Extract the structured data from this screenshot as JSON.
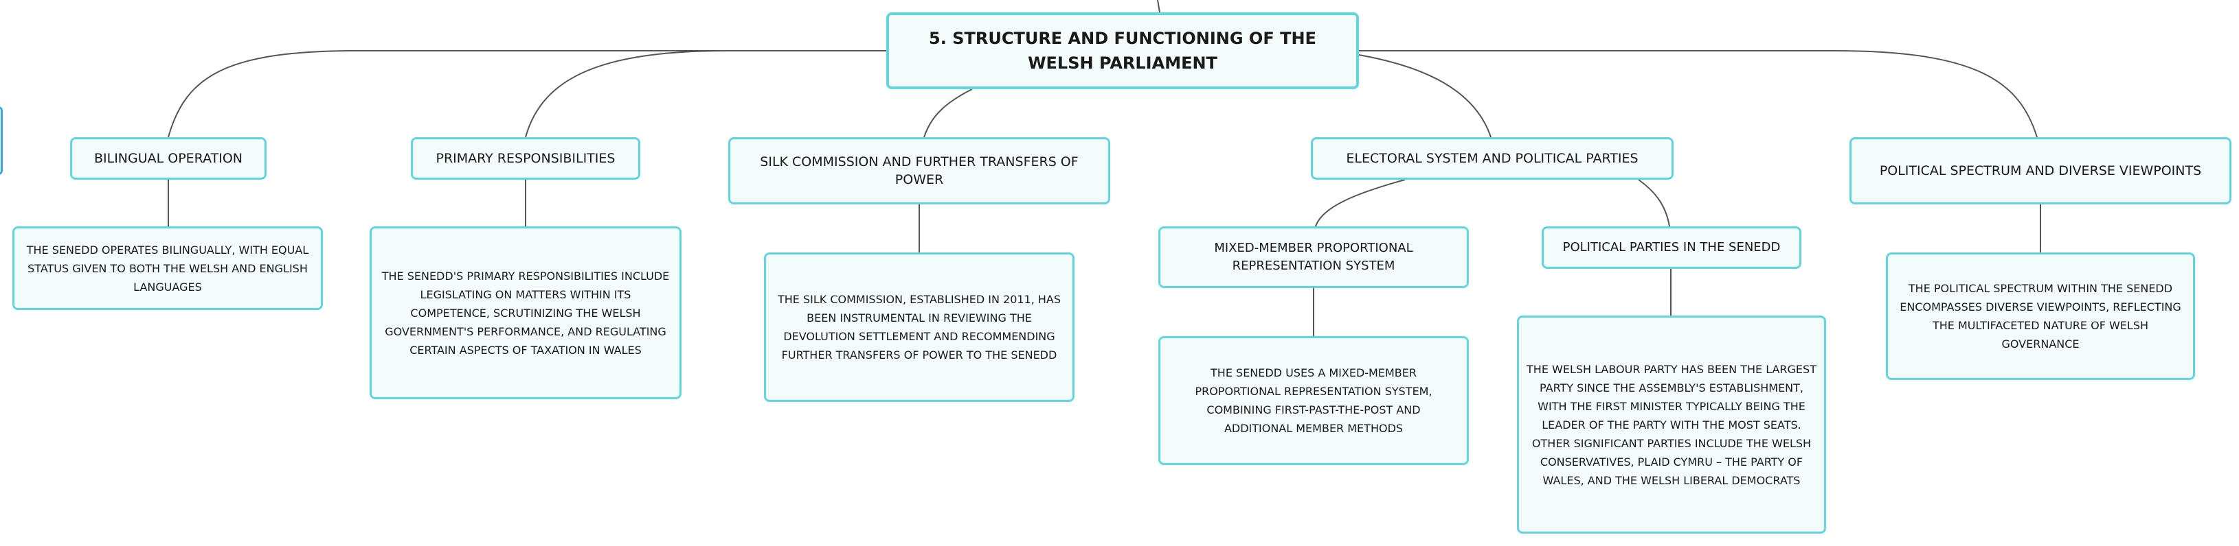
{
  "root": {
    "label": "5. STRUCTURE AND FUNCTIONING OF THE WELSH PARLIAMENT"
  },
  "branches": [
    {
      "label": "BILINGUAL OPERATION",
      "detail": "THE SENEDD OPERATES BILINGUALLY, WITH EQUAL STATUS GIVEN TO BOTH THE WELSH AND ENGLISH LANGUAGES"
    },
    {
      "label": "PRIMARY RESPONSIBILITIES",
      "detail": "THE SENEDD'S PRIMARY RESPONSIBILITIES INCLUDE LEGISLATING ON MATTERS WITHIN ITS COMPETENCE, SCRUTINIZING THE WELSH GOVERNMENT'S PERFORMANCE, AND REGULATING CERTAIN ASPECTS OF TAXATION IN WALES"
    },
    {
      "label": "SILK COMMISSION AND FURTHER TRANSFERS OF POWER",
      "detail": "THE SILK COMMISSION, ESTABLISHED IN 2011, HAS BEEN INSTRUMENTAL IN REVIEWING THE DEVOLUTION SETTLEMENT AND RECOMMENDING FURTHER TRANSFERS OF POWER TO THE SENEDD"
    },
    {
      "label": "ELECTORAL SYSTEM AND POLITICAL PARTIES",
      "children": [
        {
          "label": "MIXED-MEMBER PROPORTIONAL REPRESENTATION SYSTEM",
          "detail": "THE SENEDD USES A MIXED-MEMBER PROPORTIONAL REPRESENTATION SYSTEM, COMBINING FIRST-PAST-THE-POST AND ADDITIONAL MEMBER METHODS"
        },
        {
          "label": "POLITICAL PARTIES IN THE SENEDD",
          "detail": "THE WELSH LABOUR PARTY HAS BEEN THE LARGEST PARTY SINCE THE ASSEMBLY'S ESTABLISHMENT, WITH THE FIRST MINISTER TYPICALLY BEING THE LEADER OF THE PARTY WITH THE MOST SEATS. OTHER SIGNIFICANT PARTIES INCLUDE THE WELSH CONSERVATIVES, PLAID CYMRU – THE PARTY OF WALES, AND THE WELSH LIBERAL DEMOCRATS"
        }
      ]
    },
    {
      "label": "POLITICAL SPECTRUM AND DIVERSE VIEWPOINTS",
      "detail": "THE POLITICAL SPECTRUM WITHIN THE SENEDD ENCOMPASSES DIVERSE VIEWPOINTS, REFLECTING THE MULTIFACETED NATURE OF WELSH GOVERNANCE"
    }
  ]
}
